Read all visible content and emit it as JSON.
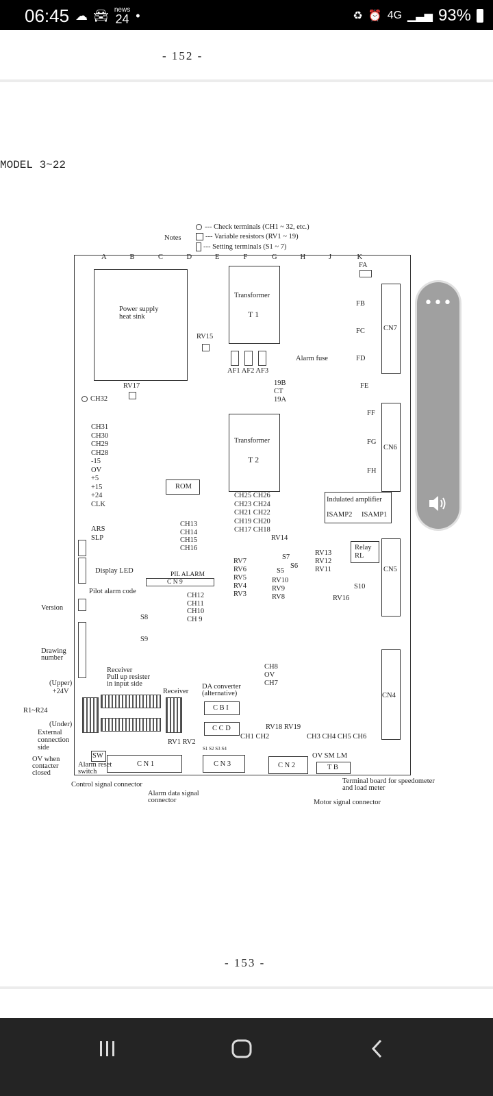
{
  "status_bar": {
    "time": "06:45",
    "news_top": "news",
    "news_num": "24",
    "network": "4G",
    "battery": "93%"
  },
  "document": {
    "page_top": "- 152 -",
    "model_title": "MODEL 3~22",
    "page_bottom": "- 153 -"
  },
  "legend": {
    "title": "Notes",
    "check": "--- Check terminals (CH1 ~ 32, etc.)",
    "variable": "--- Variable resistors (RV1 ~ 19)",
    "setting": "--- Setting terminals (S1 ~ 7)"
  },
  "columns": [
    "A",
    "B",
    "C",
    "D",
    "E",
    "F",
    "G",
    "H",
    "J",
    "K"
  ],
  "labels": {
    "power_supply": "Power supply\nheat sink",
    "transformer1": "Transformer",
    "t1": "T 1",
    "transformer2": "Transformer",
    "t2": "T 2",
    "rv15": "RV15",
    "rv17": "RV17",
    "af": "AF1 AF2 AF3",
    "alarm_fuse": "Alarm fuse",
    "ct_group": "19B\nCT\n19A",
    "ch32": "CH32",
    "left_terms": "CH31\nCH30\nCH29\nCH28\n-15\nOV\n+5\n+15\n+24\nCLK",
    "ars_slp": "ARS\nSLP",
    "rom": "ROM",
    "ch_mid": "CH25 CH26\nCH23 CH24\nCH21 CH22\nCH19 CH20\nCH17 CH18",
    "rv14": "RV14",
    "ch13_16": "CH13\nCH14\nCH15\nCH16",
    "display_led": "Display LED",
    "pil_alarm": "PIL ALARM",
    "cn9": "C N 9",
    "pilot_alarm": "Pilot alarm code",
    "rv_left": "RV7\nRV6\nRV5\nRV4\nRV3",
    "ch9_12": "CH12\nCH11\nCH10\nCH 9",
    "s7": "S7",
    "s6": "S6",
    "s5": "S5",
    "rv_right": "RV10\nRV9\nRV8",
    "rv11_13": "RV13\nRV12\nRV11",
    "relay": "Relay\nRL",
    "s10": "S10",
    "rv16": "RV16",
    "version": "Version",
    "s8": "S8",
    "s9": "S9",
    "drawing": "Drawing\nnumber",
    "fa": "FA",
    "fb": "FB",
    "fc": "FC",
    "fd": "FD",
    "fe": "FE",
    "ff": "FF",
    "fg": "FG",
    "fh": "FH",
    "cn7": "CN7",
    "cn6": "CN6",
    "cn5": "CN5",
    "cn4": "CN4",
    "isamp": "Indulated amplifier",
    "isamp2": "ISAMP2",
    "isamp1": "ISAMP1",
    "ch8": "CH8\nOV\nCH7",
    "receiver1": "Receiver\nPull up resister\nin input side",
    "receiver2": "Receiver",
    "da": "DA converter\n(alternative)",
    "cbi": "C B I",
    "ccd": "C C D",
    "upper": "(Upper)\n+24V",
    "r1r24": "R1~R24",
    "under": "(Under)",
    "external": "External\nconnection\nside",
    "ov_when": "OV when\ncontacter\nclosed",
    "sw": "SW",
    "alarm_reset": "Alarm reset\nswitch",
    "cn1": "C N 1",
    "cn3": "C N 3",
    "cn2": "C N 2",
    "rv1_2": "RV1 RV2",
    "s1_4": "S1 S2 S3 S4",
    "ch1_2": "CH1 CH2",
    "rv18_19": "RV18 RV19",
    "ch3_6": "CH3  CH4  CH5 CH6",
    "ov_sm_lm": "OV  SM  LM",
    "tb": "T B",
    "control_signal": "Control signal connector",
    "alarm_data": "Alarm data signal\nconnector",
    "motor_signal": "Motor signal connector",
    "terminal_board": "Terminal board for speedometer\nand load meter"
  },
  "overlay": {
    "more_dots": "•••"
  }
}
